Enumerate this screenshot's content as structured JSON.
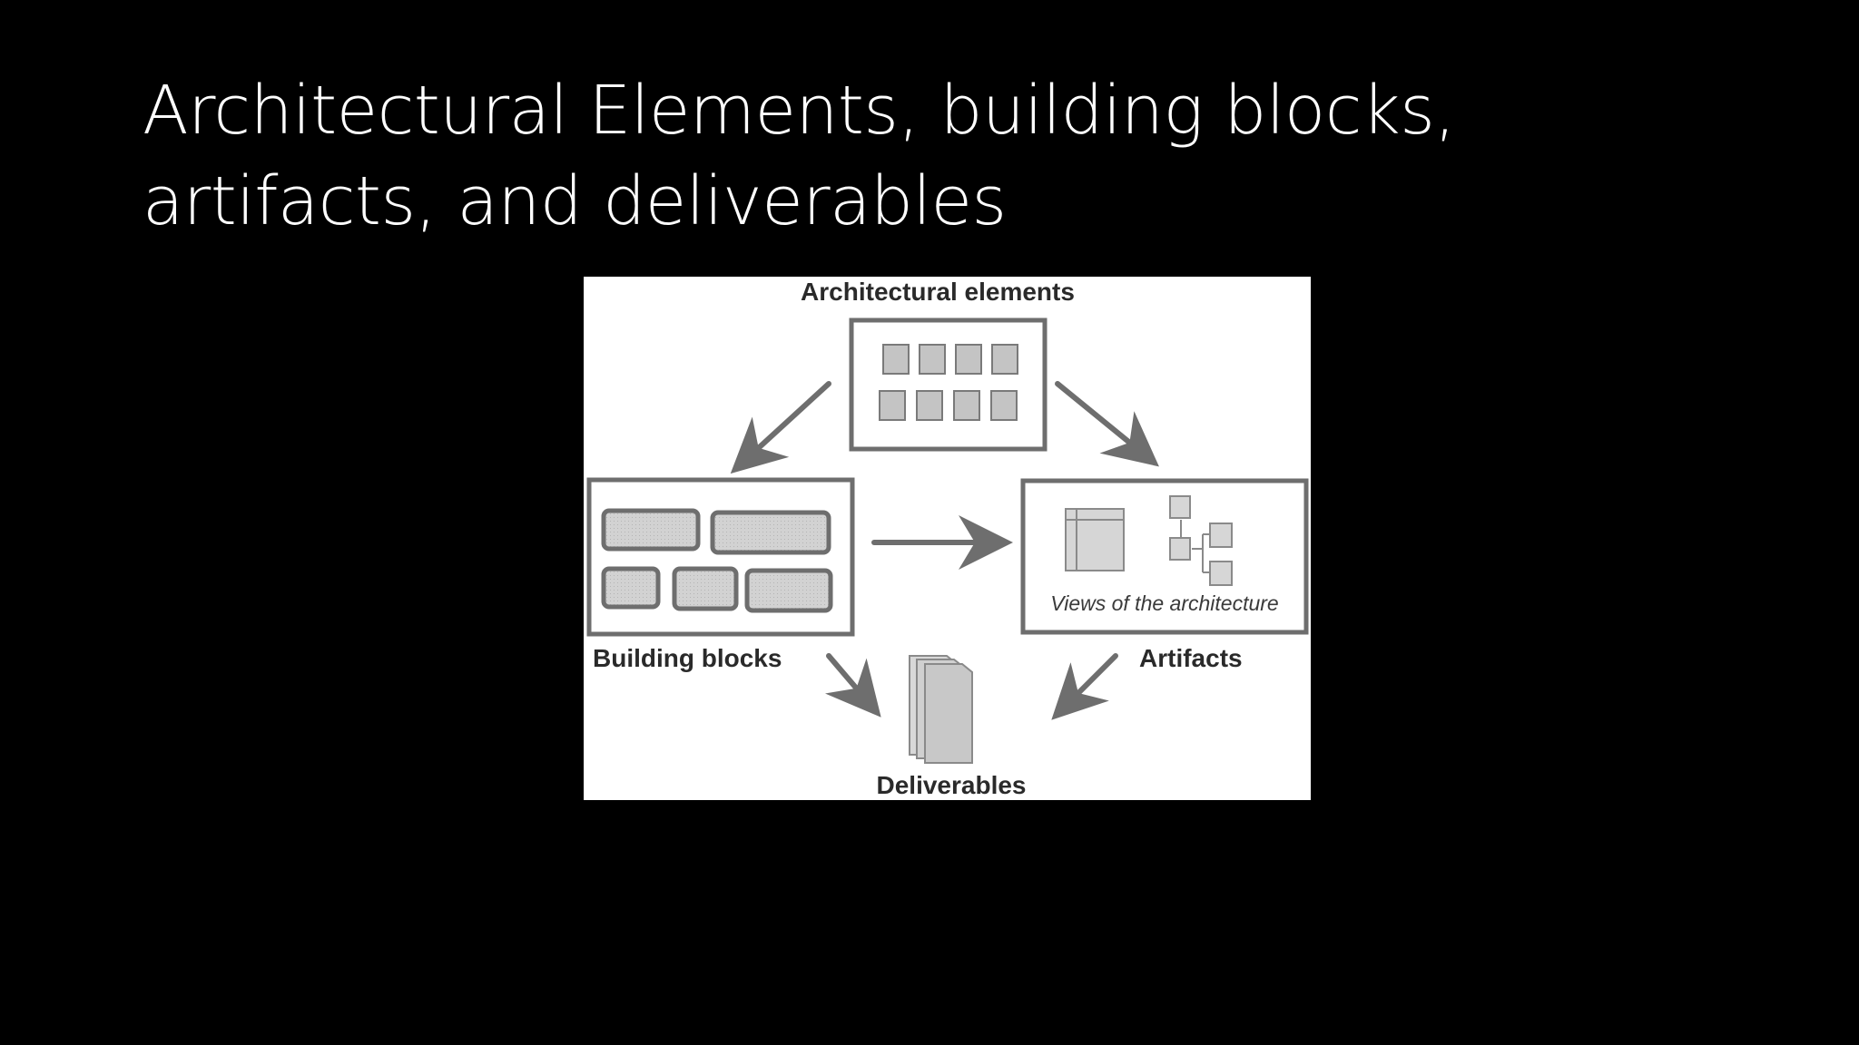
{
  "slide": {
    "title_line1": "Architectural Elements, building blocks,",
    "title_line2": "artifacts, and deliverables"
  },
  "diagram": {
    "nodes": {
      "architectural_elements": "Architectural elements",
      "building_blocks": "Building blocks",
      "artifacts": "Artifacts",
      "artifacts_caption": "Views of the architecture",
      "deliverables": "Deliverables"
    },
    "colors": {
      "background": "#000000",
      "title_text": "#ffffff",
      "figure_background": "#ffffff",
      "frame_stroke": "#6e6e6e",
      "block_fill": "#c8c8c8",
      "arrow": "#6e6e6e"
    },
    "edges": [
      {
        "from": "Architectural elements",
        "to": "Building blocks"
      },
      {
        "from": "Architectural elements",
        "to": "Artifacts"
      },
      {
        "from": "Building blocks",
        "to": "Artifacts"
      },
      {
        "from": "Building blocks",
        "to": "Deliverables"
      },
      {
        "from": "Artifacts",
        "to": "Deliverables"
      }
    ]
  }
}
